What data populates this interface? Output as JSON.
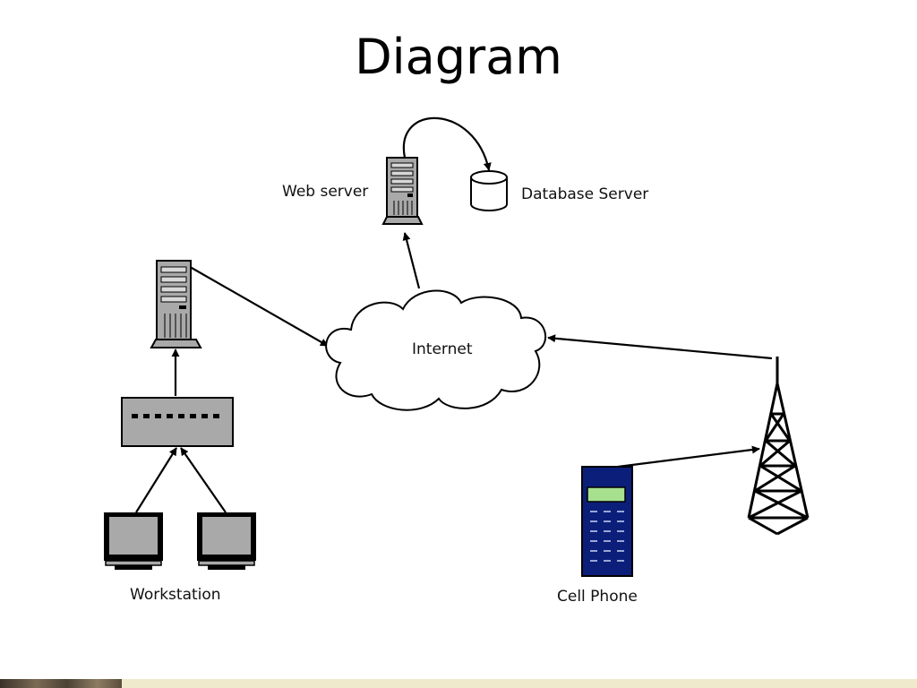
{
  "title": "Diagram",
  "labels": {
    "web_server": "Web server",
    "database_server": "Database Server",
    "internet": "Internet",
    "workstation": "Workstation",
    "cell_phone": "Cell Phone"
  },
  "colors": {
    "server_gray": "#a9a9a9",
    "phone_body": "#0b1f7a",
    "phone_screen": "#a7e08f",
    "footer": "#efeacb"
  }
}
